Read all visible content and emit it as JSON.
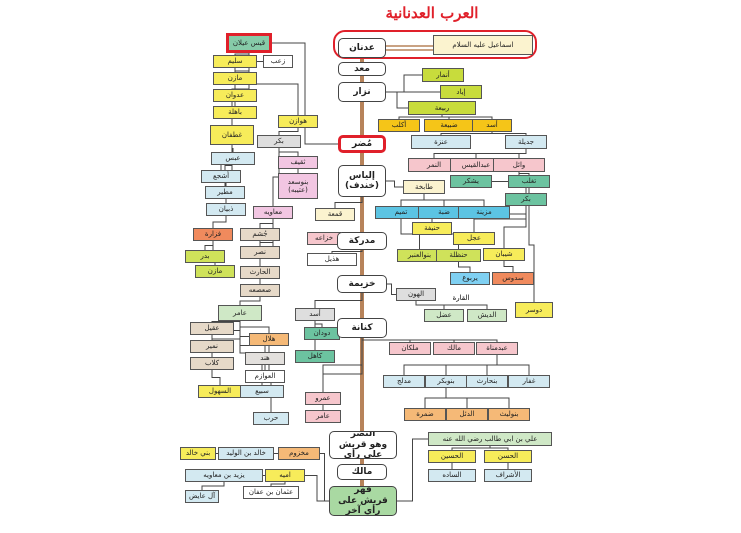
{
  "title": "العرب العدنانية",
  "colors": {
    "white": "#ffffff",
    "cream": "#fbf3cf",
    "lime": "#c8dc3c",
    "gold": "#f5c518",
    "lightblue": "#d3e9f1",
    "pink": "#f6c6cc",
    "teal": "#6cc3a0",
    "cyan": "#5cc4e3",
    "yellow": "#f7ec5a",
    "limegreen": "#cfe25a",
    "skyblue": "#7fd0f2",
    "orange": "#f08a5d",
    "gray": "#e3e0dd",
    "lightgreen": "#cfe8c6",
    "qaysgreen": "#86cba8",
    "silver": "#dedede",
    "violet": "#f2c6e2",
    "tan": "#e6d9c8",
    "peach": "#f5b977",
    "green": "#a9d9a2",
    "accent_red": "#e0202a",
    "trunk": "#b7835a"
  },
  "nodes": {
    "adnan": "عدنان",
    "ismail": "اسماعيل عليه السلام",
    "maad": "معد",
    "nizar": "نزار",
    "anmar": "أنمار",
    "iyad": "إياد",
    "rabia": "ربيعة",
    "aklub": "أكلب",
    "dubaya": "ضبيعة",
    "asad_r": "أسد",
    "anaza": "عنزة",
    "jadila": "جديلة",
    "mudar": "مُضر",
    "namir": "النمر",
    "abdulqays": "عبدالقيس",
    "wail": "وائل",
    "yashkur": "يشكر",
    "taghlib": "تغلب",
    "bakr_w": "بكر",
    "ilyas": "إلياس\n(خندف)",
    "tabikha": "طابخة",
    "tamim": "تميم",
    "dabba": "ضبة",
    "muzayna": "مزينة",
    "hanifa": "حنيفة",
    "ijl": "عجل",
    "shayban": "شيبان",
    "banulanbar": "بنوالعنبر",
    "hanzala": "حنظلة",
    "yarbu": "يربوع",
    "sadus": "سدوس",
    "hun": "الهون",
    "qara": "القارة",
    "adal": "عضل",
    "dish": "الديش",
    "dawsar": "دوسر",
    "qays": "قيس عيلان",
    "zab": "زعب",
    "sulaym": "سليم",
    "mazin1": "مازن",
    "adwan": "عدوان",
    "bahila": "باهلة",
    "hawazin": "هوازن",
    "ghatafan": "غطفان",
    "bakr_h": "بكر",
    "thaqif": "ثقيف",
    "banusad": "بنوسعد\n(عتيبه)",
    "abs": "عبس",
    "ashja": "أشجع",
    "mutayr": "مطير",
    "dhubyan": "ذبيان",
    "muawiya": "معاويه",
    "qama": "قمعة",
    "khuzaa": "خزاعه",
    "mudrika": "مدركة",
    "hudhayl": "هذيل",
    "fazara": "فزارة",
    "jusham": "جُشم",
    "badr": "بدر",
    "nasr": "نصر",
    "mazin2": "مازن",
    "harith": "الحارث",
    "sasaa": "صعصعه",
    "khuzayma": "خزيمة",
    "asad_k": "أسد",
    "amir": "عامر",
    "dudan": "دودان",
    "hilal": "هلال",
    "uqayl": "عقيل",
    "numayr": "نمير",
    "kilab": "كلاب",
    "hind": "هند",
    "awazim": "العوازم",
    "kahil": "كاهل",
    "kinana": "كنانة",
    "malkan": "ملكان",
    "malik_k": "مالك",
    "abdmanat": "عبدمناة",
    "mudlij": "مدلج",
    "banubakr": "بنوبكر",
    "banharith": "بنحارث",
    "ghifar": "غفار",
    "damra": "ضمرة",
    "duil": "الدئل",
    "banulayth": "بنوليث",
    "suhul": "السهول",
    "subay": "سبيع",
    "amr": "عمرو",
    "amir_k": "عامر",
    "harb": "حرب",
    "nadr": "النَّضر\nوهو قريش على رأي",
    "malik": "مالك",
    "fihr": "فهر\nقريش على رأي آخر",
    "ali": "علي بن ابي طالب رضي الله عنه",
    "husayn": "الحسين",
    "hasan": "الحسن",
    "sada": "الساده",
    "ashraf": "الأشراف",
    "makhzum": "مخزوم",
    "khalid": "خالد بن الوليد",
    "banikhalid": "بني خالد",
    "umayya": "اميه",
    "yazid": "يزيد بن معاويه",
    "uthman": "عثمان بن عفان",
    "alayid": "آل عايض"
  }
}
